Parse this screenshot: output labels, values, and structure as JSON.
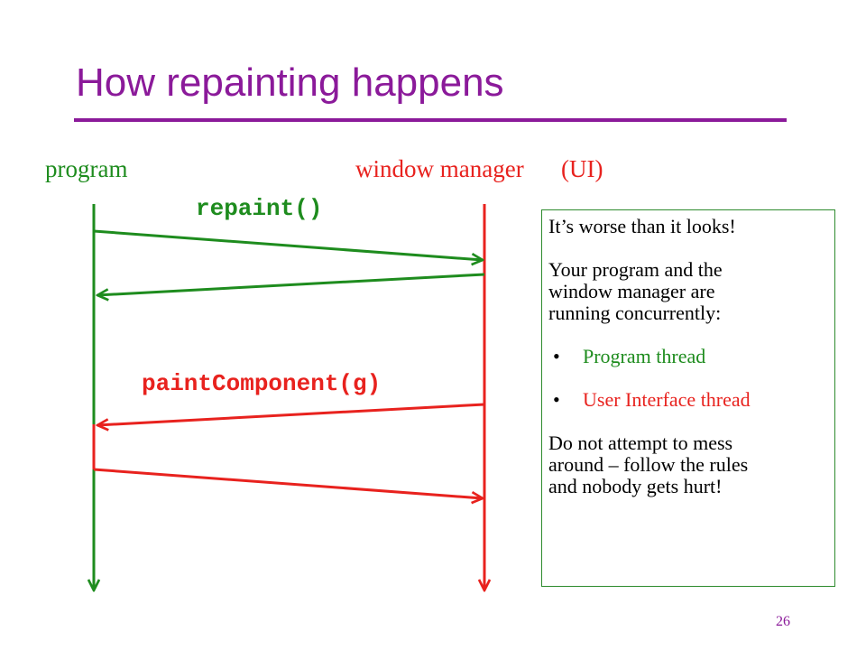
{
  "slide": {
    "title": "How repainting happens",
    "page_number": "26"
  },
  "lanes": {
    "program": "program",
    "window_manager": "window manager",
    "ui_tag": "(UI)"
  },
  "messages": {
    "repaint": "repaint()",
    "paint_component": "paintComponent(g)"
  },
  "note": {
    "line1": "It’s worse than it looks!",
    "para2_l1": "Your program and the",
    "para2_l2": "window manager are",
    "para2_l3": "running concurrently:",
    "bullet_glyph": "•",
    "bullet1": "Program thread",
    "bullet2": "User Interface thread",
    "para3_l1": "Do not attempt to mess",
    "para3_l2": "around – follow the rules",
    "para3_l3": "and nobody gets hurt!"
  },
  "colors": {
    "title": "#8b1a9a",
    "program": "#1e8c1e",
    "ui": "#e8221e",
    "text": "#000000",
    "box_border": "#2e8b2e"
  }
}
